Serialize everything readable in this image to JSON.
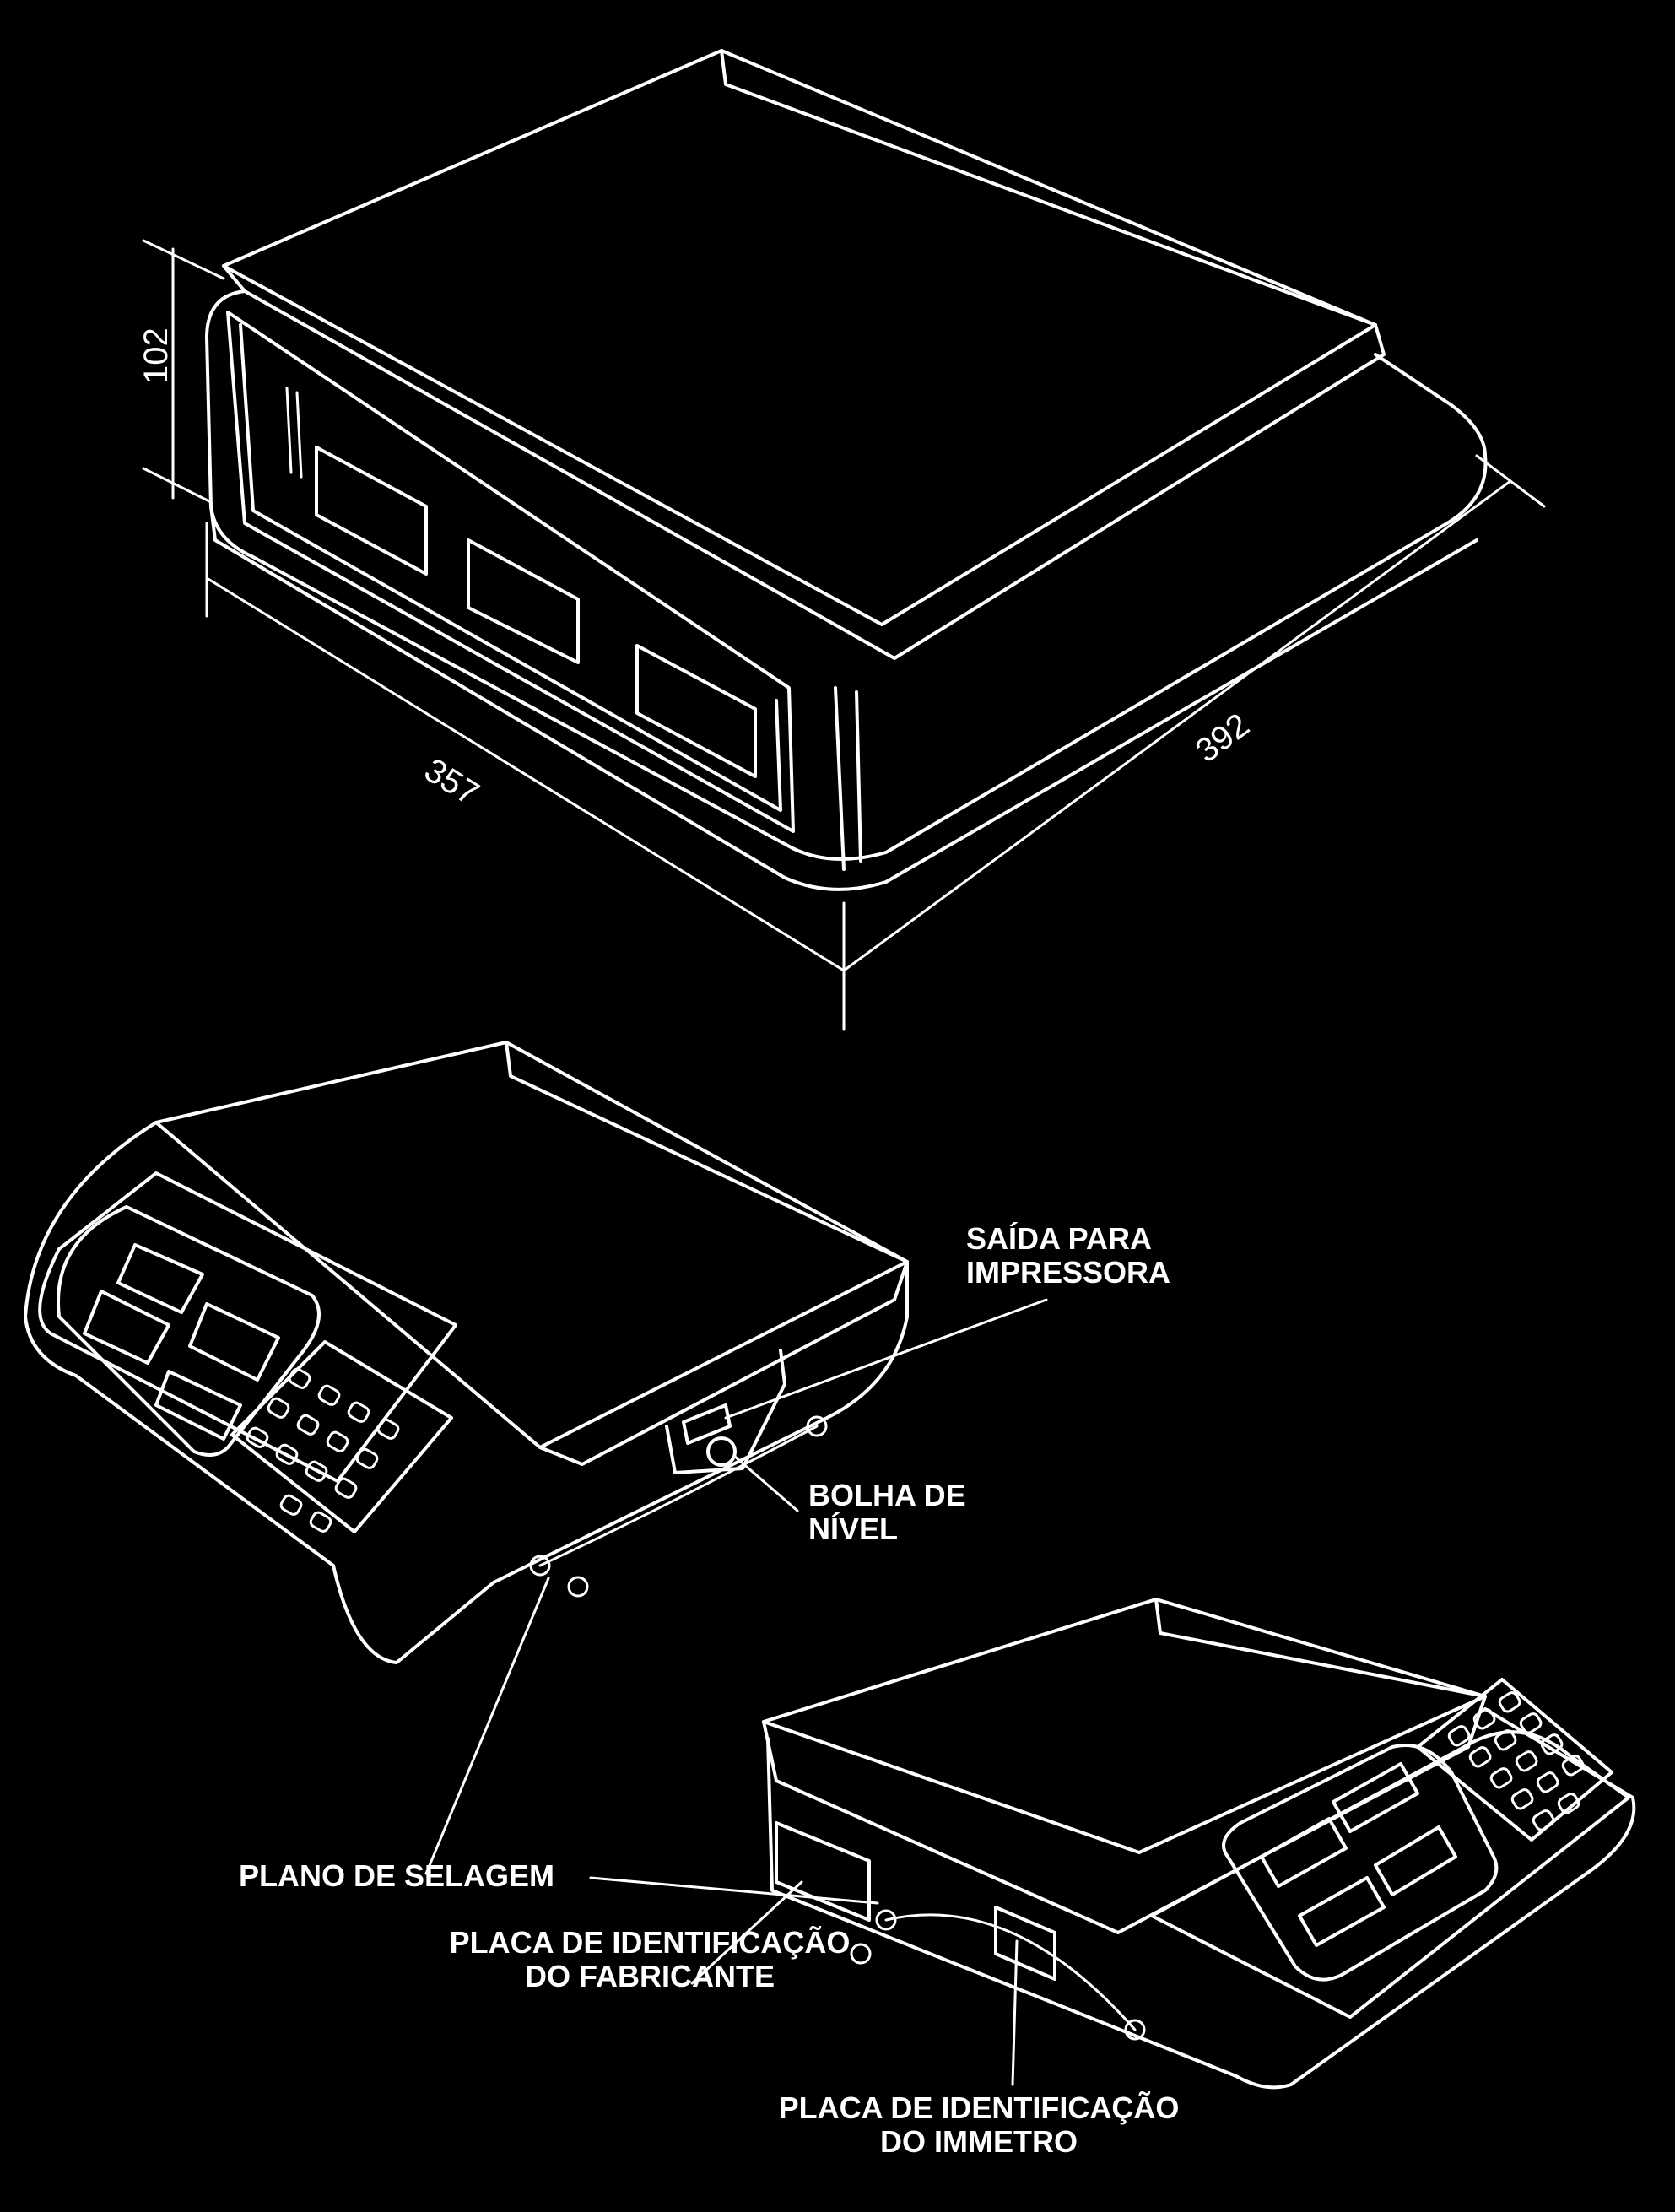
{
  "dimensions": {
    "height": "102",
    "width": "357",
    "depth": "392"
  },
  "callouts": {
    "printer_output": [
      "SAÍDA PARA",
      "IMPRESSORA"
    ],
    "level_bubble": [
      "BOLHA DE",
      "NÍVEL"
    ],
    "sealing_plane": "PLANO DE SELAGEM",
    "manufacturer_plate": [
      "PLACA DE IDENTIFICAÇÃO",
      "DO FABRICANTE"
    ],
    "inmetro_plate": [
      "PLACA DE IDENTIFICAÇÃO",
      "DO IMMETRO"
    ]
  },
  "colors": {
    "background": "#000000",
    "line": "#ffffff"
  }
}
